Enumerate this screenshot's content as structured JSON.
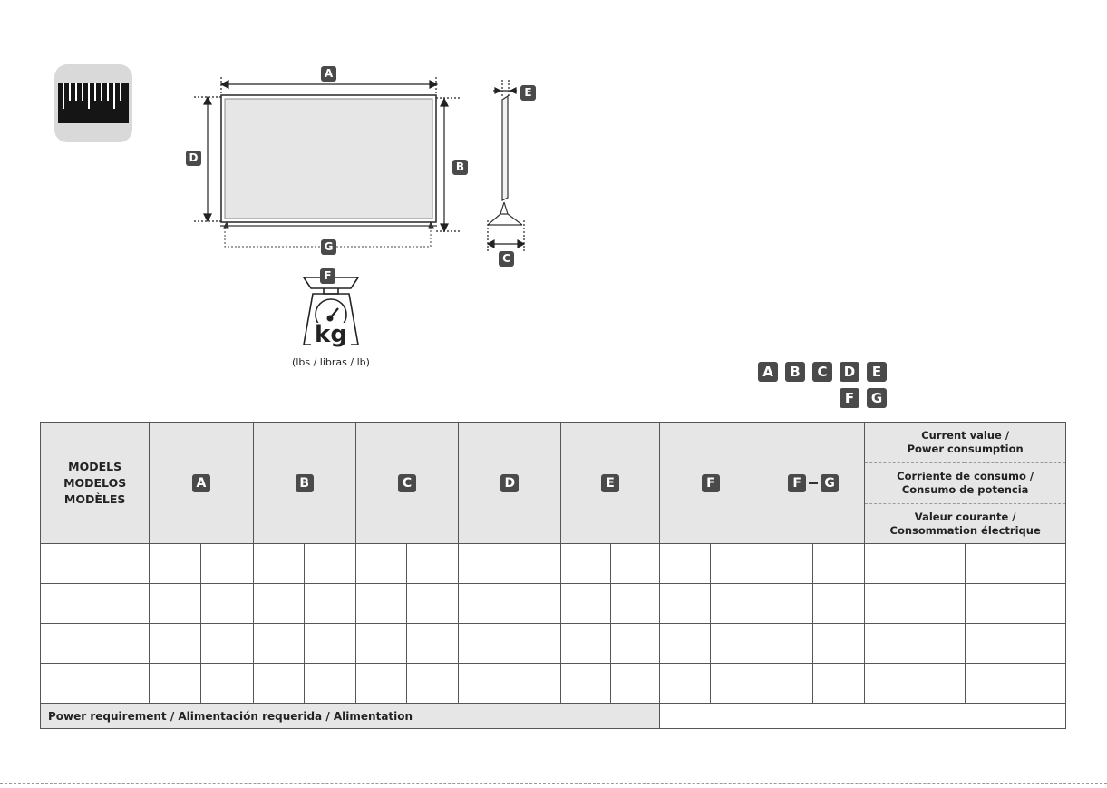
{
  "labels": {
    "A": "A",
    "B": "B",
    "C": "C",
    "D": "D",
    "E": "E",
    "F": "F",
    "G": "G"
  },
  "weight": {
    "unit": "kg",
    "note": "(lbs / libras / lb)"
  },
  "table": {
    "models_header": [
      "MODELS",
      "MODELOS",
      "MODÈLES"
    ],
    "power_headers": [
      [
        "Current value /",
        "Power consumption"
      ],
      [
        "Corriente de consumo /",
        "Consumo de potencia"
      ],
      [
        "Valeur courante /",
        "Consommation électrique"
      ]
    ],
    "footer_label": "Power requirement / Alimentación requerida / Alimentation",
    "footer_value": ""
  },
  "colors": {
    "badge": "#4a4a4a",
    "header_bg": "#e6e6e6",
    "icon_bg": "#d9d9d9"
  },
  "icons": [
    "ruler-icon",
    "scale-icon"
  ]
}
